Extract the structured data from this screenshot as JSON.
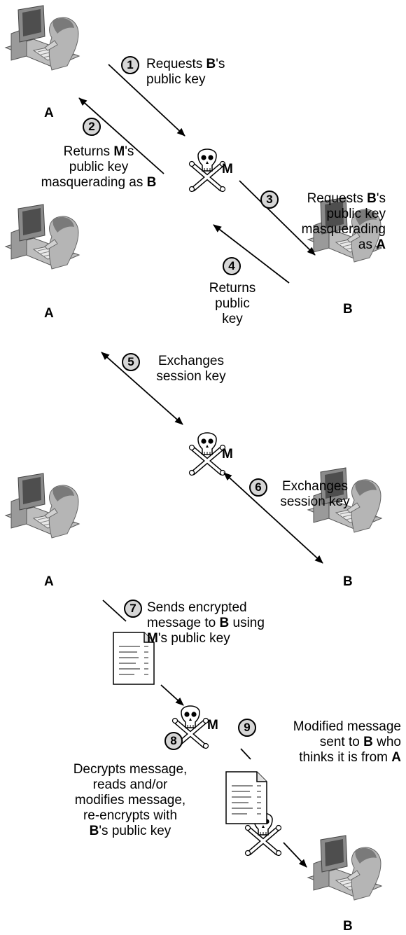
{
  "nodes": {
    "a": "A",
    "b": "B",
    "m": "M"
  },
  "steps": [
    {
      "num": "1",
      "text": [
        "Requests ",
        {
          "b": "B"
        },
        "'s",
        "\n",
        "public key"
      ]
    },
    {
      "num": "2",
      "text": [
        "Returns ",
        {
          "b": "M"
        },
        "'s",
        "\n",
        "public key",
        "\n",
        "masquerading as ",
        {
          "b": "B"
        }
      ]
    },
    {
      "num": "3",
      "text": [
        "Requests ",
        {
          "b": "B"
        },
        "'s",
        "\n",
        "public key",
        "\n",
        "masquerading",
        "\n",
        "as ",
        {
          "b": "A"
        }
      ]
    },
    {
      "num": "4",
      "text": [
        "Returns",
        "\n",
        "public",
        "\n",
        "key"
      ]
    },
    {
      "num": "5",
      "text": [
        "Exchanges",
        "\n",
        "session key"
      ]
    },
    {
      "num": "6",
      "text": [
        "Exchanges",
        "\n",
        "session key"
      ]
    },
    {
      "num": "7",
      "text": [
        "Sends encrypted",
        "\n",
        "message to ",
        {
          "b": "B"
        },
        " using",
        "\n",
        {
          "b": "M"
        },
        "'s public key"
      ]
    },
    {
      "num": "8",
      "text": [
        "Decrypts message,",
        "\n",
        "reads and/or",
        "\n",
        "modifies message,",
        "\n",
        "re-encrypts with",
        "\n",
        {
          "b": "B"
        },
        "'s public key"
      ]
    },
    {
      "num": "9",
      "text": [
        "Modified message",
        "\n",
        "sent to ",
        {
          "b": "B"
        },
        " who",
        "\n",
        "thinks it is from ",
        {
          "b": "A"
        }
      ]
    }
  ],
  "colors": {
    "line": "#000000",
    "badge_fill": "#d6d6d6",
    "computer_dark": "#6e6e6e",
    "computer_light": "#cfcfcf"
  }
}
